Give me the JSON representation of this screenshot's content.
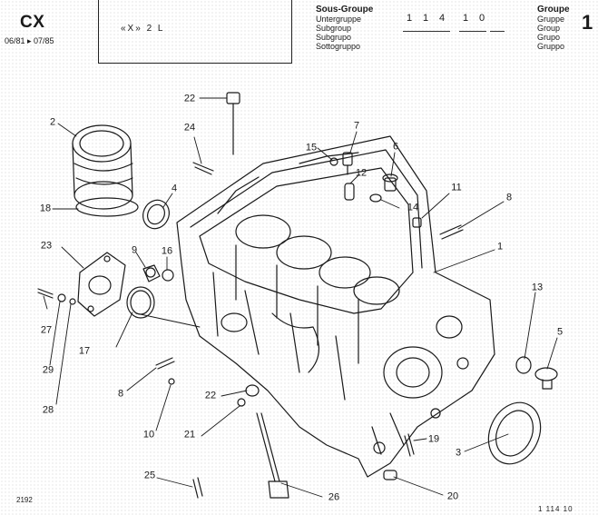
{
  "header": {
    "model": "CX",
    "period": "06/81 ▸ 07/85",
    "engine_label": "«X» 2 L",
    "subgroup_labels": [
      "Sous-Groupe",
      "Untergruppe",
      "Subgroup",
      "Subgrupo",
      "Sottogruppo"
    ],
    "subgroup_code": [
      "1",
      "1",
      "4",
      "1",
      "0"
    ],
    "group_labels": [
      "Groupe",
      "Gruppe",
      "Group",
      "Grupo",
      "Gruppo"
    ],
    "group_number": "1"
  },
  "footer": {
    "ref_left": "2192",
    "ref_right": "1 114 10"
  },
  "callouts": {
    "c1": "1",
    "c2": "2",
    "c3": "3",
    "c4": "4",
    "c5": "5",
    "c6": "6",
    "c7": "7",
    "c8a": "8",
    "c8b": "8",
    "c9": "9",
    "c10": "10",
    "c11": "11",
    "c12": "12",
    "c13": "13",
    "c14": "14",
    "c15": "15",
    "c16": "16",
    "c17": "17",
    "c18": "18",
    "c19": "19",
    "c20": "20",
    "c21": "21",
    "c22a": "22",
    "c22b": "22",
    "c23": "23",
    "c24": "24",
    "c25": "25",
    "c26": "26",
    "c27": "27",
    "c28": "28",
    "c29": "29"
  }
}
